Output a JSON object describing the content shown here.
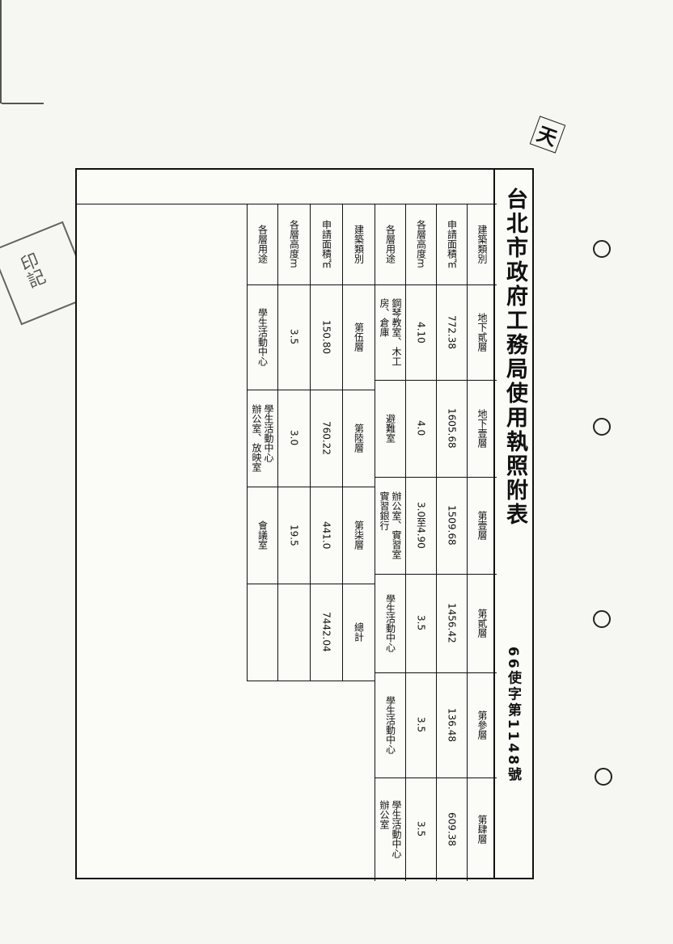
{
  "document": {
    "title": "台北市政府工務局使用執照附表",
    "permit_number": "66使字第1148號",
    "corner_mark": "天"
  },
  "table1": {
    "row_headers": [
      "建築類別",
      "申請面積㎡",
      "各層高度m",
      "各層用途"
    ],
    "columns": [
      {
        "floor": "地下貳層",
        "area": "772.38",
        "height": "4.10",
        "use": "鋼琴教室、木工\n房、倉庫"
      },
      {
        "floor": "地下壹層",
        "area": "1605.68",
        "height": "4.0",
        "use": "避難室"
      },
      {
        "floor": "第壹層",
        "area": "1509.68",
        "height": "3.0至4.90",
        "use": "辦公室、實習室\n實習銀行"
      },
      {
        "floor": "第貳層",
        "area": "1456.42",
        "height": "3.5",
        "use": "學生活動中心"
      },
      {
        "floor": "第參層",
        "area": "136.48",
        "height": "3.5",
        "use": "學生活動中心"
      },
      {
        "floor": "第肆層",
        "area": "609.38",
        "height": "3.5",
        "use": "學生活動中心\n辦公室"
      }
    ]
  },
  "table2": {
    "row_headers": [
      "建築類別",
      "申請面積㎡",
      "各層高度m",
      "各層用途"
    ],
    "columns": [
      {
        "floor": "第伍層",
        "area": "150.80",
        "height": "3.5",
        "use": "學生活動中心"
      },
      {
        "floor": "第陸層",
        "area": "760.22",
        "height": "3.0",
        "use": "學生活動中心\n辦公室、放映室"
      },
      {
        "floor": "第柒層",
        "area": "441.0",
        "height": "19.5",
        "use": "會議室"
      },
      {
        "floor": "總計",
        "area": "7442.04",
        "height": "",
        "use": ""
      }
    ]
  }
}
